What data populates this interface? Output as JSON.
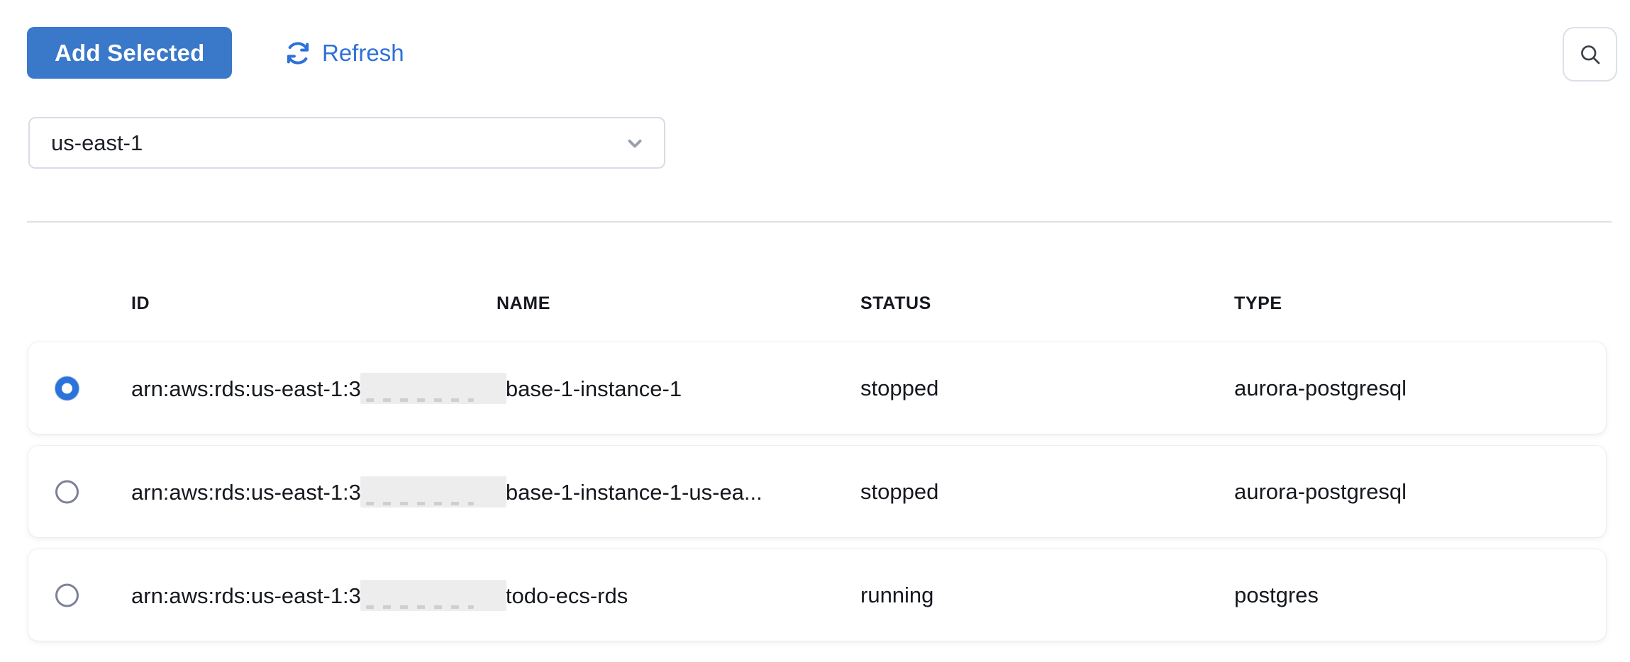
{
  "toolbar": {
    "add_selected": "Add Selected",
    "refresh": "Refresh"
  },
  "region_select": {
    "value": "us-east-1"
  },
  "table": {
    "headers": {
      "id": "ID",
      "name": "NAME",
      "status": "STATUS",
      "type": "TYPE"
    },
    "rows": [
      {
        "selected": true,
        "id_prefix": "arn:aws:rds:us-east-1:3",
        "id_redacted": true,
        "id_suffix": "base-1-instance-1",
        "status": "stopped",
        "type": "aurora-postgresql"
      },
      {
        "selected": false,
        "id_prefix": "arn:aws:rds:us-east-1:3",
        "id_redacted": true,
        "id_suffix": "base-1-instance-1-us-ea...",
        "status": "stopped",
        "type": "aurora-postgresql"
      },
      {
        "selected": false,
        "id_prefix": "arn:aws:rds:us-east-1:3",
        "id_redacted": true,
        "id_suffix": "todo-ecs-rds",
        "status": "running",
        "type": "postgres"
      }
    ]
  },
  "colors": {
    "primary_button": "#3a78c9",
    "link": "#2e70d9",
    "radio_selected": "#2a73da",
    "radio_unselected": "#7c8196",
    "divider": "#dde1e8",
    "redaction_box": "#ededed",
    "text": "#15181e"
  }
}
